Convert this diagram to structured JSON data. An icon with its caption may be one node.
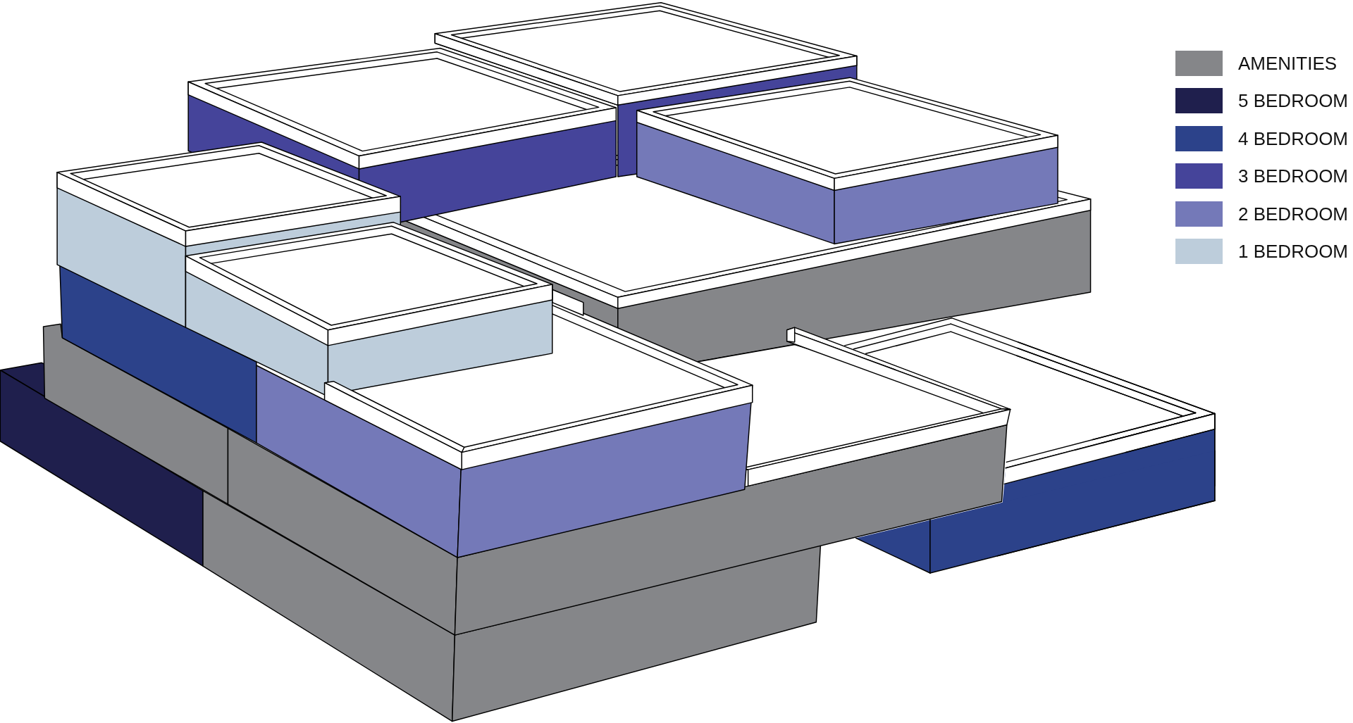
{
  "diagram": {
    "legend": [
      {
        "text": "AMENITIES",
        "color": "#858689"
      },
      {
        "text": "5 BEDROOM",
        "color": "#1f1f4d"
      },
      {
        "text": "4 BEDROOM",
        "color": "#2c428a"
      },
      {
        "text": "3 BEDROOM",
        "color": "#45449a"
      },
      {
        "text": "2 BEDROOM",
        "color": "#7479b8"
      },
      {
        "text": "1 BEDROOM",
        "color": "#bdcddb"
      }
    ]
  }
}
